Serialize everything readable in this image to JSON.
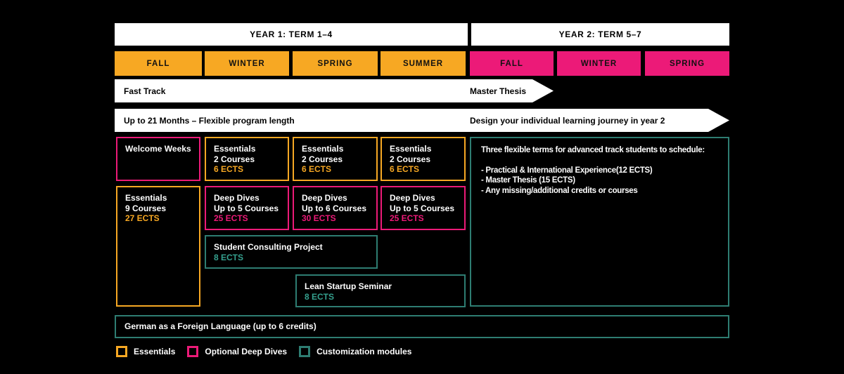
{
  "palette": {
    "orange": "#F7A823",
    "pink": "#EC1A78",
    "teal_border": "#2E7D72",
    "teal_text": "#35A08E",
    "banner_bg": "#FFFFFF",
    "background": "#000000"
  },
  "headers": {
    "year1": "YEAR 1: TERM 1–4",
    "year2": "YEAR 2: TERM 5–7"
  },
  "terms": [
    {
      "label": "FALL",
      "year": 1
    },
    {
      "label": "WINTER",
      "year": 1
    },
    {
      "label": "SPRING",
      "year": 1
    },
    {
      "label": "SUMMER",
      "year": 1
    },
    {
      "label": "FALL",
      "year": 2
    },
    {
      "label": "WINTER",
      "year": 2
    },
    {
      "label": "SPRING",
      "year": 2
    }
  ],
  "banners": {
    "fast_track": {
      "left": "Fast Track",
      "right": "Master Thesis"
    },
    "program_length": {
      "left": "Up to 21 Months – Flexible program length",
      "right": "Design your individual learning journey in year 2"
    }
  },
  "modules": {
    "welcome_weeks": {
      "title": "Welcome Weeks"
    },
    "essentials_fall": {
      "title": "Essentials",
      "subtitle": "9 Courses",
      "ects": "27 ECTS"
    },
    "essentials_winter": {
      "title": "Essentials",
      "subtitle": "2 Courses",
      "ects": "6 ECTS"
    },
    "essentials_spring": {
      "title": "Essentials",
      "subtitle": "2 Courses",
      "ects": "6 ECTS"
    },
    "essentials_summer": {
      "title": "Essentials",
      "subtitle": "2 Courses",
      "ects": "6 ECTS"
    },
    "deep_dives_winter": {
      "title": "Deep Dives",
      "subtitle": "Up to 5 Courses",
      "ects": "25 ECTS"
    },
    "deep_dives_spring": {
      "title": "Deep Dives",
      "subtitle": "Up to 6 Courses",
      "ects": "30 ECTS"
    },
    "deep_dives_summer": {
      "title": "Deep Dives",
      "subtitle": "Up to 5 Courses",
      "ects": "25 ECTS"
    },
    "student_consulting": {
      "title": "Student Consulting Project",
      "ects": "8 ECTS"
    },
    "lean_startup": {
      "title": "Lean Startup Seminar",
      "ects": "8 ECTS"
    },
    "flexible_terms": {
      "title": "Three flexible terms for advanced track students to schedule:",
      "items": [
        "- Practical & International Experience(12 ECTS)",
        "- Master Thesis (15 ECTS)",
        "- Any missing/additional credits or courses"
      ]
    },
    "german": {
      "title": "German as a Foreign Language (up to 6 credits)"
    }
  },
  "legend": [
    {
      "label": "Essentials",
      "color": "#F7A823"
    },
    {
      "label": "Optional Deep Dives",
      "color": "#EC1A78"
    },
    {
      "label": "Customization modules",
      "color": "#2E7D72"
    }
  ]
}
